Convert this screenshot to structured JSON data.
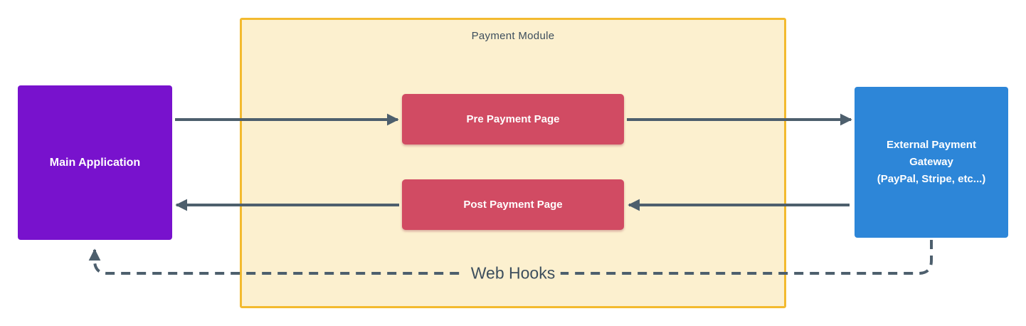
{
  "diagram": {
    "title": "Payment Module",
    "colors": {
      "background": "#ffffff",
      "main_application": "#7812cd",
      "external_gateway": "#2d86d8",
      "payment_pages": "#d14b63",
      "module_fill": "#fcf0cf",
      "module_border": "#f3ba2f",
      "arrow": "#4d5f6d",
      "dark_text": "#3d4e5d",
      "node_text": "#ffffff"
    },
    "nodes": {
      "main_application": {
        "label": "Main Application"
      },
      "pre_payment_page": {
        "label": "Pre Payment Page"
      },
      "post_payment_page": {
        "label": "Post Payment Page"
      },
      "external_gateway": {
        "label": "External Payment Gateway\n(PayPal, Stripe, etc...)"
      }
    },
    "edges": {
      "main_to_pre": {
        "from": "Main Application",
        "to": "Pre Payment Page",
        "style": "solid"
      },
      "pre_to_gateway": {
        "from": "Pre Payment Page",
        "to": "External Payment Gateway",
        "style": "solid"
      },
      "gateway_to_post": {
        "from": "External Payment Gateway",
        "to": "Post Payment Page",
        "style": "solid"
      },
      "post_to_main": {
        "from": "Post Payment Page",
        "to": "Main Application",
        "style": "solid"
      },
      "web_hooks": {
        "from": "External Payment Gateway",
        "to": "Main Application",
        "style": "dashed",
        "label": "Web Hooks"
      }
    }
  }
}
